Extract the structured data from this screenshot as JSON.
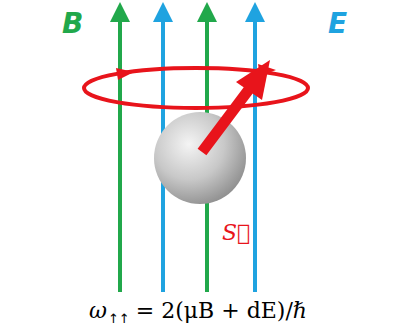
{
  "diagram": {
    "labels": [
      "B",
      "E",
      "S⃗",
      "ω",
      "↑↑",
      "= 2(μB + dE)/ℏ"
    ]
  }
}
